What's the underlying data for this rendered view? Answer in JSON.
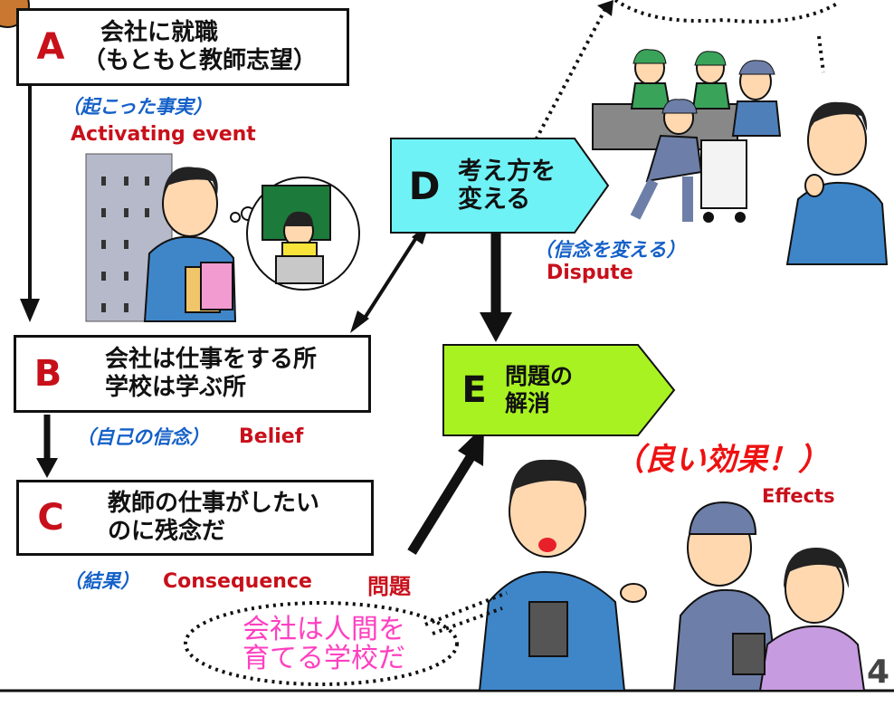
{
  "box_a": {
    "letter": "A",
    "line1": "会社に就職",
    "line2": "（もともと教師志望）"
  },
  "label_a_jp": "（起こった事実）",
  "label_a_en": "Activating event",
  "box_b": {
    "letter": "B",
    "line1": "会社は仕事をする所",
    "line2": "学校は学ぶ所"
  },
  "label_b_jp": "（自己の信念）",
  "label_b_en": "Belief",
  "box_c": {
    "letter": "C",
    "line1": "教師の仕事がしたい",
    "line2": "のに残念だ"
  },
  "label_c_jp": "（結果）",
  "label_c_en": "Consequence",
  "label_problem": "問題",
  "box_d": {
    "letter": "D",
    "line1": "考え方を",
    "line2": "変える"
  },
  "label_d_jp": "（信念を変える）",
  "label_d_en": "Dispute",
  "box_e": {
    "letter": "E",
    "line1": "問題の",
    "line2": "解消"
  },
  "good_effect": "（良い効果！）",
  "effects_en": "Effects",
  "thought_bubble": {
    "line1": "会社は人間を",
    "line2": "育てる学校だ"
  },
  "slide_number": "4",
  "colors": {
    "letter_red": "#c8101b",
    "label_blue": "#1460c8",
    "box_d_fill": "#6ff2f6",
    "box_e_fill": "#a8f221",
    "bubble_pink": "#ff3fc0"
  }
}
